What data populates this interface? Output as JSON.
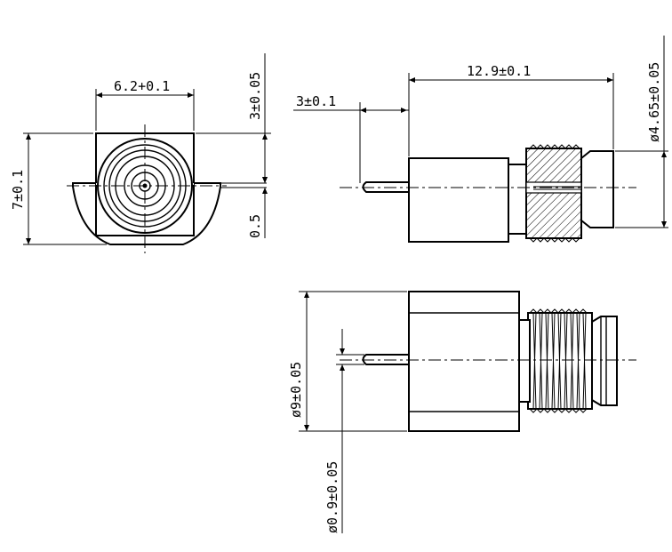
{
  "dimensions": {
    "top_width": "6.2+0.1",
    "top_height": "3±0.05",
    "left_height": "7±0.1",
    "pad_thickness": "0.5",
    "overall_length": "12.9±0.1",
    "pin_length": "3±0.1",
    "thread_diameter": "ø4.65±0.05",
    "body_diameter": "ø9±0.05",
    "pin_diameter": "ø0.9±0.05"
  }
}
